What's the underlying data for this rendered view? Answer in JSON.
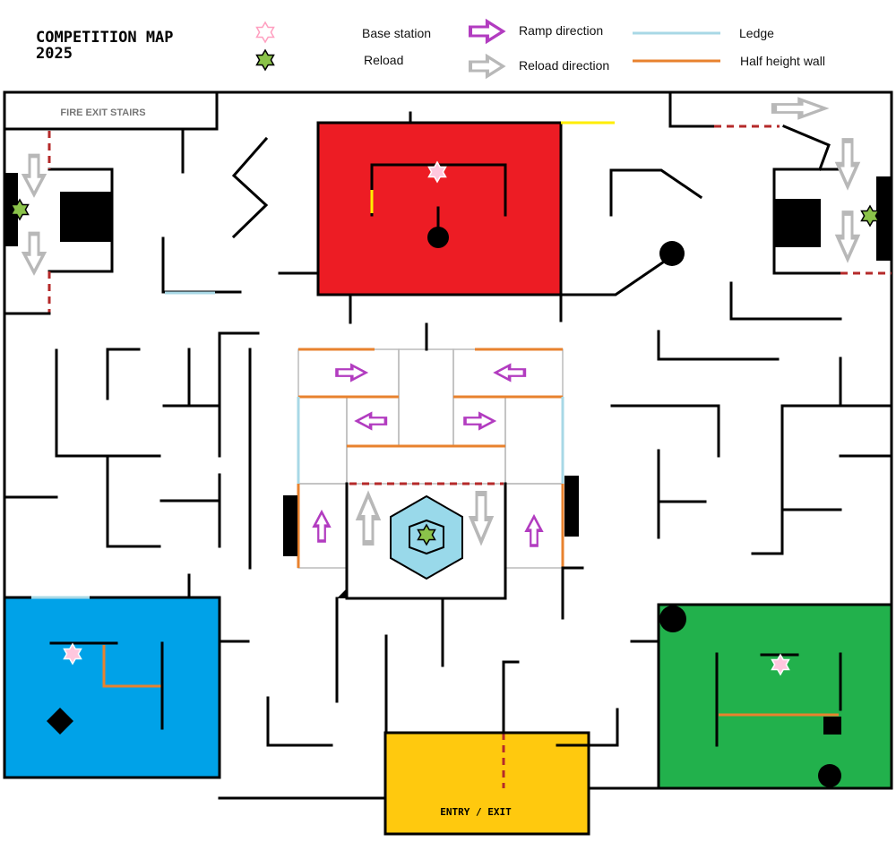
{
  "title_line1": "COMPETITION MAP",
  "title_line2": "2025",
  "legend": {
    "base_station": "Base station",
    "reload": "Reload",
    "ramp_direction": "Ramp direction",
    "reload_direction": "Reload direction",
    "ledge": "Ledge",
    "half_height_wall": "Half height wall"
  },
  "labels": {
    "fire_exit": "FIRE EXIT STAIRS",
    "entry_exit": "ENTRY / EXIT"
  },
  "colors": {
    "red_zone": "#ed1c24",
    "blue_zone": "#00a2e8",
    "green_zone": "#22b14c",
    "yellow_zone": "#ffc90e",
    "hexagon": "#99d9ea",
    "ramp_arrow": "#b23cc0",
    "reload_arrow": "#b8b8b8",
    "ledge": "#a8d8e6",
    "half_height_wall": "#e8822e",
    "dashed_opening": "#b52a2a"
  },
  "icons": {
    "base_station": "six-point-star-pink",
    "reload": "six-point-star-green",
    "ramp_direction": "arrow-purple-outline",
    "reload_direction": "arrow-gray-outline"
  }
}
